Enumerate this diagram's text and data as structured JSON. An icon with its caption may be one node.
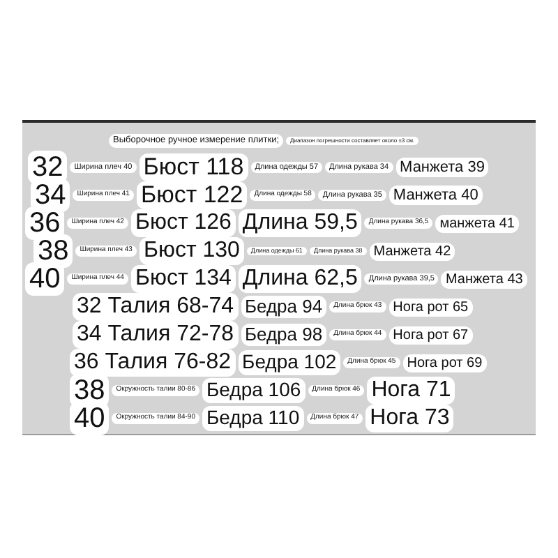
{
  "diagram": {
    "nodes": [
      {
        "text": [
          "Выборочное ручное измерение плитки;"
        ]
      },
      {
        "text": [
          "Диапазон погрешности составляет около ±3 см."
        ]
      },
      {
        "text": [
          "32"
        ]
      },
      {
        "text": [
          "Ширина плеч 40"
        ]
      },
      {
        "text": [
          "Бюст 118"
        ]
      },
      {
        "text": [
          "Длина одежды 57"
        ]
      },
      {
        "text": [
          "Длина рукава 34"
        ]
      },
      {
        "text": [
          "Манжета 39"
        ]
      },
      {
        "text": [
          "34"
        ]
      },
      {
        "text": [
          "Ширина плеч 41"
        ]
      },
      {
        "text": [
          "Бюст 122"
        ]
      },
      {
        "text": [
          "Длина одежды 58"
        ]
      },
      {
        "text": [
          "Длина рукава 35"
        ]
      },
      {
        "text": [
          "Манжета 40"
        ]
      },
      {
        "text": [
          "36"
        ]
      },
      {
        "text": [
          "Ширина плеч 42"
        ]
      },
      {
        "text": [
          "Бюст 126"
        ]
      },
      {
        "text": [
          "Длина 59,5"
        ]
      },
      {
        "text": [
          "Длина рукава 36,5"
        ]
      },
      {
        "text": [
          "манжета 41"
        ]
      },
      {
        "text": [
          "38"
        ]
      },
      {
        "text": [
          "Ширина плеч 43"
        ]
      },
      {
        "text": [
          "Бюст 130"
        ]
      },
      {
        "text": [
          "Длина одежды 61"
        ]
      },
      {
        "text": [
          "Длина рукава 38"
        ]
      },
      {
        "text": [
          "Манжета 42"
        ]
      },
      {
        "text": [
          "40"
        ]
      },
      {
        "text": [
          "Ширина плеч 44"
        ]
      },
      {
        "text": [
          "Бюст 134"
        ]
      },
      {
        "text": [
          "Длина 62,5"
        ]
      },
      {
        "text": [
          "Длина рукава 39,5"
        ]
      },
      {
        "text": [
          "Манжета 43"
        ]
      },
      {
        "text": [
          "32 Талия 68-74"
        ]
      },
      {
        "text": [
          "Бедра 94"
        ]
      },
      {
        "text": [
          "Длина брюк 43"
        ]
      },
      {
        "text": [
          "Нога рот 65"
        ]
      },
      {
        "text": [
          "34 Талия 72-78"
        ]
      },
      {
        "text": [
          "Бедра 98"
        ]
      },
      {
        "text": [
          "Длина брюк 44"
        ]
      },
      {
        "text": [
          "Нога рот 67"
        ]
      },
      {
        "text": [
          "36 Талия 76-82"
        ]
      },
      {
        "text": [
          "Бедра 102"
        ]
      },
      {
        "text": [
          "Длина брюк 45"
        ]
      },
      {
        "text": [
          "Нога рот 69"
        ]
      },
      {
        "text": [
          "38"
        ]
      },
      {
        "text": [
          "Окружность талии 80-86"
        ]
      },
      {
        "text": [
          "Бедра 106"
        ]
      },
      {
        "text": [
          "Длина брюк 46"
        ]
      },
      {
        "text": [
          "Нога 71"
        ]
      },
      {
        "text": [
          "40"
        ]
      },
      {
        "text": [
          "Окружность талии 84-90"
        ]
      },
      {
        "text": [
          "Бедра 110"
        ]
      },
      {
        "text": [
          "Длина брюк 47"
        ]
      },
      {
        "text": [
          "Нога 73"
        ]
      }
    ]
  }
}
